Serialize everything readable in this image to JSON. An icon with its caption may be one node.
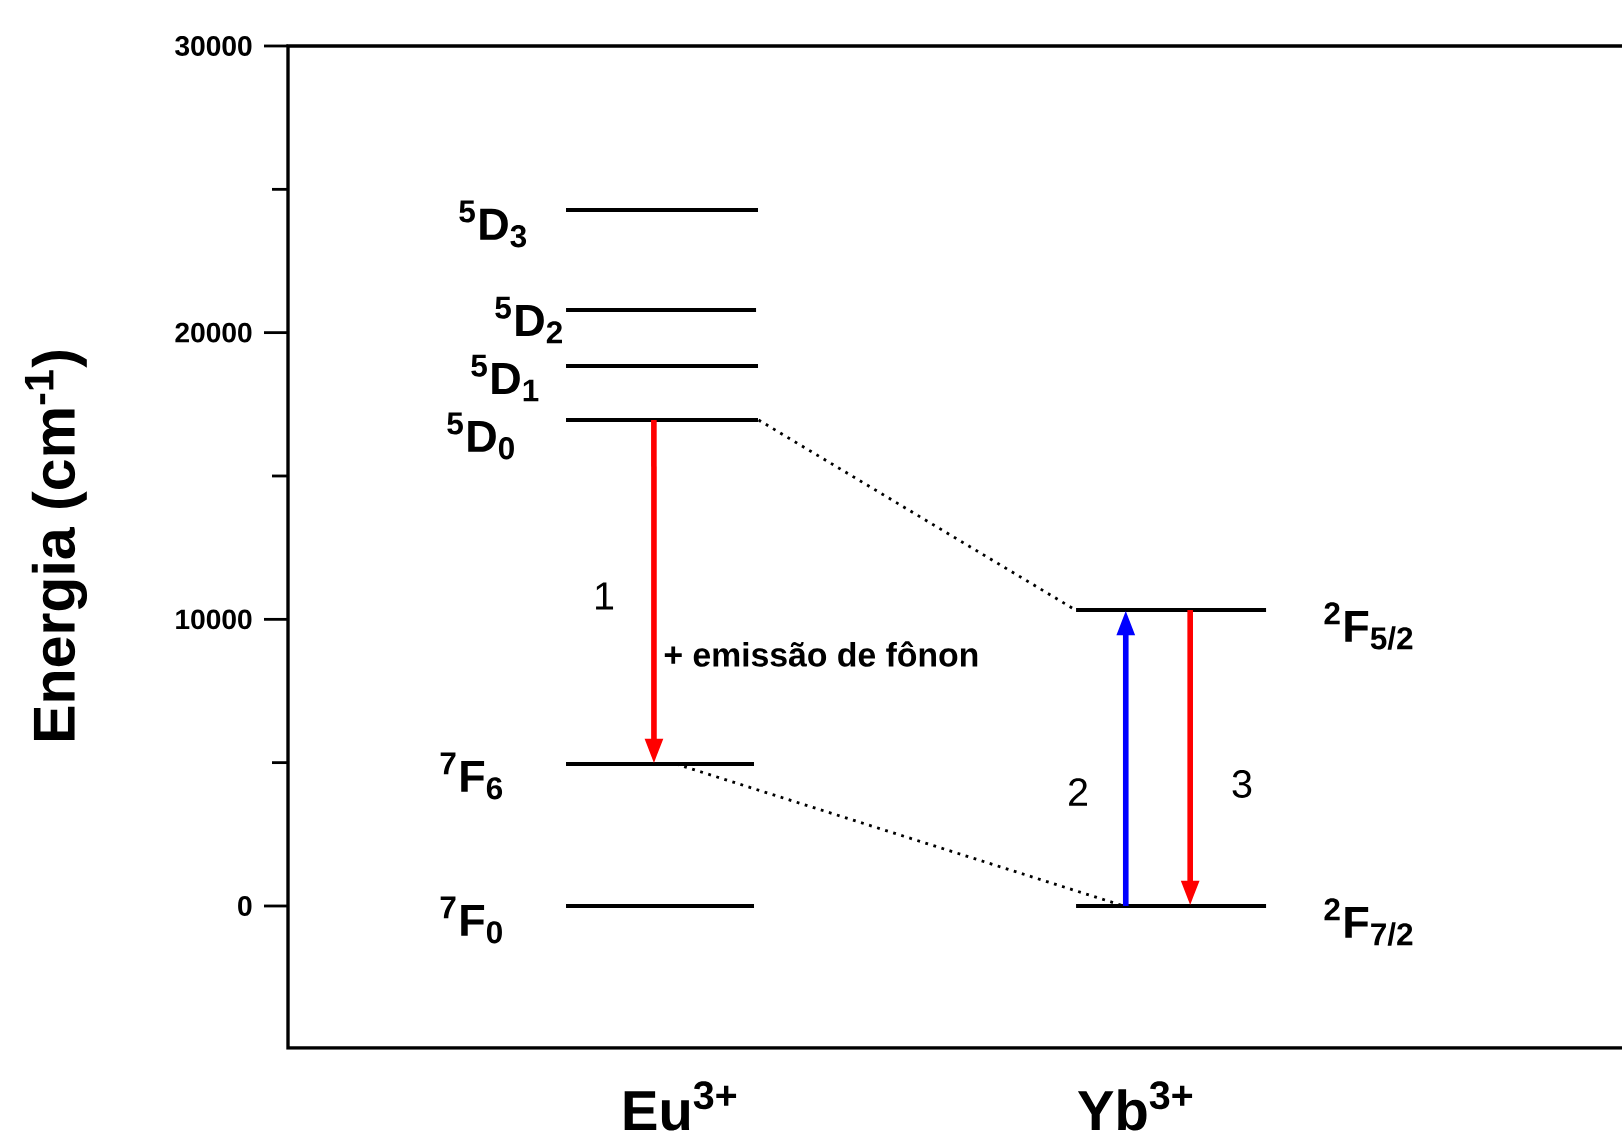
{
  "diagram": {
    "nodes": [
      {
        "text": [
          "$^{5}$D$_{3}$"
        ]
      },
      {
        "text": [
          "$^{5}$D$_{2}$"
        ]
      },
      {
        "text": [
          "$^{5}$D$_{1}$"
        ]
      },
      {
        "text": [
          "$^{5}$D$_{0}$"
        ]
      },
      {
        "text": [
          "$^{7}$F$_{6}$"
        ]
      },
      {
        "text": [
          "$^{7}$F$_{0}$"
        ]
      },
      {
        "text": [
          "$^{2}$F$_{5/2}$"
        ]
      },
      {
        "text": [
          "$^{2}$F$_{7/2}$"
        ]
      }
    ],
    "edges": [
      {
        "from": 3,
        "to": 4,
        "arrow": "to",
        "label": "1",
        "color": "#ff0000"
      },
      {
        "from": 7,
        "to": 6,
        "arrow": "to",
        "label": "2",
        "color": "#0000ff"
      },
      {
        "from": 6,
        "to": 7,
        "arrow": "to",
        "label": "3",
        "color": "#ff0000"
      },
      {
        "from": 3,
        "to": 6,
        "arrow": "none",
        "style": "dashed",
        "color": "#000000"
      },
      {
        "from": 4,
        "to": 7,
        "arrow": "none",
        "style": "dashed",
        "color": "#000000"
      }
    ],
    "labels": [
      "30000",
      "20000",
      "10000",
      "0",
      "Energia (cm$^{-1}$)",
      "+ emissão de fônon",
      "Eu$^{3+}$",
      "Yb$^{3+}$"
    ]
  }
}
